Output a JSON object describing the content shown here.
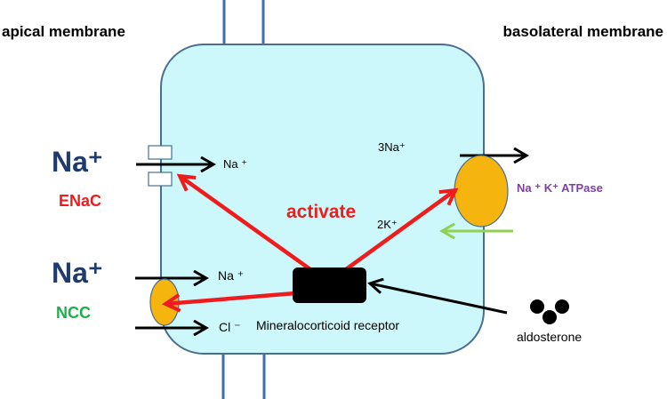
{
  "labels": {
    "apical": "apical membrane",
    "basolateral": "basolateral membrane",
    "na_plus_enac": "Na⁺",
    "enac": "ENaC",
    "na_plus_ncc": "Na⁺",
    "ncc": "NCC",
    "na_in_top": "Na ⁺",
    "na_in_mid": "Na ⁺",
    "cl_in": "Cl ⁻",
    "three_na": "3Na⁺",
    "two_k": "2K⁺",
    "pump": "Na ⁺ K⁺ ATPase",
    "activate": "activate",
    "receptor": "Mineralocorticoid receptor",
    "aldosterone": "aldosterone"
  },
  "colors": {
    "cell_fill": "#ccf7fb",
    "cell_stroke": "#4a6e90",
    "junction": "#3f6fae",
    "navy_text": "#1f3b6e",
    "red": "#ee1c1c",
    "green_text": "#1fae4b",
    "purple_text": "#7f3fa0",
    "transporter": "#f6b40e",
    "green_arrow": "#92d050",
    "receptor": "#000000"
  }
}
